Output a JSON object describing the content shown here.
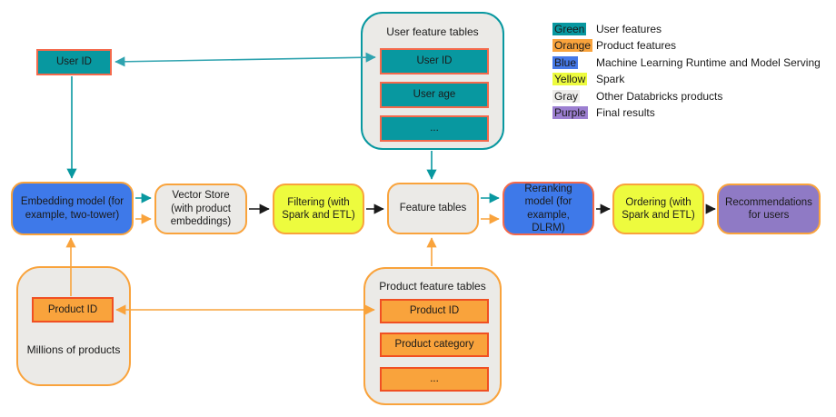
{
  "user_id_source": "User ID",
  "user_feature_tables": {
    "title": "User feature tables",
    "rows": [
      "User ID",
      "User age",
      "..."
    ]
  },
  "legend": {
    "items": [
      {
        "swatch": "Green",
        "label": "User features",
        "color": "#0898A0"
      },
      {
        "swatch": "Orange",
        "label": "Product features",
        "color": "#F9A33C"
      },
      {
        "swatch": "Blue",
        "label": "Machine Learning Runtime and Model Serving",
        "color": "#4679E8"
      },
      {
        "swatch": "Yellow",
        "label": "Spark",
        "color": "#EDFB3E"
      },
      {
        "swatch": "Gray",
        "label": "Other Databricks products",
        "color": "#EDECEA"
      },
      {
        "swatch": "Purple",
        "label": "Final results",
        "color": "#9C7FD1"
      }
    ]
  },
  "pipeline": [
    {
      "label": "Embedding model (for example, two-tower)",
      "type": "blue"
    },
    {
      "label": "Vector Store (with product embeddings)",
      "type": "gray"
    },
    {
      "label": "Filtering (with Spark and ETL)",
      "type": "yellow"
    },
    {
      "label": "Feature tables",
      "type": "gray"
    },
    {
      "label": "Reranking model (for example, DLRM)",
      "type": "blue"
    },
    {
      "label": "Ordering (with Spark and ETL)",
      "type": "yellow"
    },
    {
      "label": "Recommendations for users",
      "type": "purple"
    }
  ],
  "millions_of_products": {
    "caption": "Millions of products",
    "item": "Product ID"
  },
  "product_feature_tables": {
    "title": "Product feature tables",
    "rows": [
      "Product ID",
      "Product category",
      "..."
    ]
  },
  "colors": {
    "teal": "#0898A0",
    "teal_arrow_light": "#2FA3AF",
    "orange": "#F9A33C",
    "orange_arrow": "#F9A33C",
    "blue": "#3E79E9",
    "yellow": "#EDFB3E",
    "gray_fill": "#EBEAE7",
    "purple": "#8F7AC5",
    "salmon_border": "#F4694B",
    "red_orange_border": "#F05023",
    "black_arrow": "#1a1a1a"
  }
}
